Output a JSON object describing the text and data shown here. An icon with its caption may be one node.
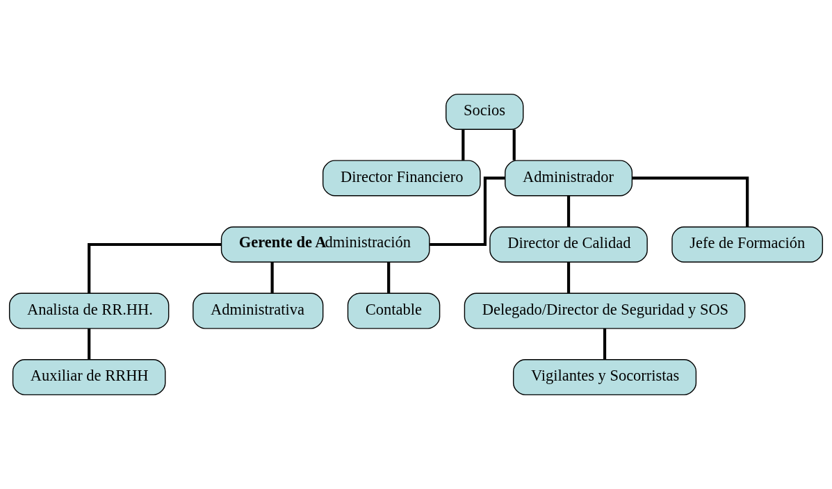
{
  "diagram": {
    "nodes": [
      {
        "text": [
          "Socios"
        ]
      },
      {
        "text": [
          "Director Financiero"
        ]
      },
      {
        "text": [
          "Administrador"
        ]
      },
      {
        "text": [
          "**Gerente de A**dministración"
        ]
      },
      {
        "text": [
          "Director de Calidad"
        ]
      },
      {
        "text": [
          "Jefe de Formación"
        ]
      },
      {
        "text": [
          "Analista de RR.HH."
        ]
      },
      {
        "text": [
          "Delegado/Director de Seguridad y SOS"
        ]
      },
      {
        "text": [
          "Auxiliar de RRHH"
        ]
      },
      {
        "text": [
          "Vigilantes y Socorristas"
        ]
      },
      {
        "text": [
          "Administrativa"
        ]
      },
      {
        "text": [
          "Contable"
        ]
      }
    ],
    "edges": [
      {
        "from": 0,
        "to": 1,
        "arrow": "none"
      },
      {
        "from": 0,
        "to": 2,
        "arrow": "none"
      },
      {
        "from": 2,
        "to": 3,
        "arrow": "none"
      },
      {
        "from": 2,
        "to": 4,
        "arrow": "none"
      },
      {
        "from": 2,
        "to": 5,
        "arrow": "none"
      },
      {
        "from": 3,
        "to": 6,
        "arrow": "none"
      },
      {
        "from": 4,
        "to": 7,
        "arrow": "none"
      },
      {
        "from": 6,
        "to": 8,
        "arrow": "none"
      },
      {
        "from": 7,
        "to": 9,
        "arrow": "none"
      },
      {
        "from": 3,
        "to": 10,
        "arrow": "none"
      },
      {
        "from": 3,
        "to": 11,
        "arrow": "none"
      }
    ]
  }
}
